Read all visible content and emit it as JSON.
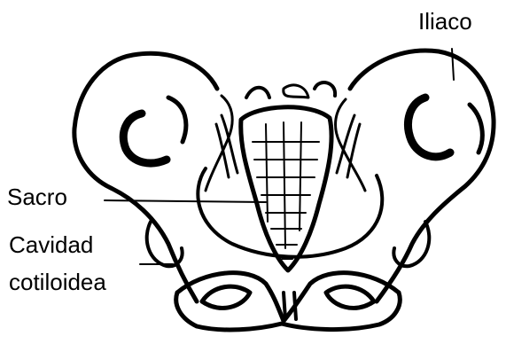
{
  "labels": {
    "iliaco": "Iliaco",
    "sacro": "Sacro",
    "cavidad_line1": "Cavidad",
    "cavidad_line2": "cotiloidea"
  },
  "colors": {
    "ink": "#000000",
    "paper": "#ffffff"
  }
}
